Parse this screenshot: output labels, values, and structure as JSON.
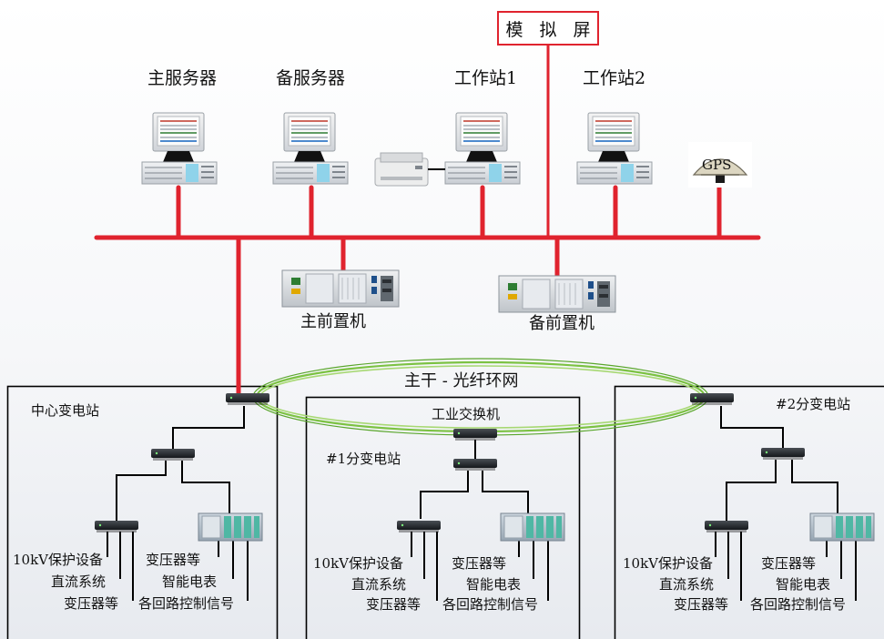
{
  "top": {
    "sim_screen": "模 拟 屏",
    "primary_server": "主服务器",
    "backup_server": "备服务器",
    "workstation1": "工作站1",
    "workstation2": "工作站2",
    "gps": "GPS"
  },
  "front": {
    "primary": "主前置机",
    "backup": "备前置机"
  },
  "ring": {
    "label": "主干 - 光纤环网",
    "switch_label": "工业交换机"
  },
  "stations": {
    "center": {
      "name": "中心变电站",
      "left_list": [
        "10kV保护设备",
        "直流系统",
        "变压器等"
      ],
      "right_list": [
        "变压器等",
        "智能电表",
        "各回路控制信号"
      ]
    },
    "sub1": {
      "name": "#1分变电站",
      "left_list": [
        "10kV保护设备",
        "直流系统",
        "变压器等"
      ],
      "right_list": [
        "变压器等",
        "智能电表",
        "各回路控制信号"
      ]
    },
    "sub2": {
      "name": "#2分变电站",
      "left_list": [
        "10kV保护设备",
        "直流系统",
        "变压器等"
      ],
      "right_list": [
        "变压器等",
        "智能电表",
        "各回路控制信号"
      ]
    }
  },
  "colors": {
    "bus": "#e0232e",
    "ring": "#7cc243",
    "wire": "#000000"
  }
}
